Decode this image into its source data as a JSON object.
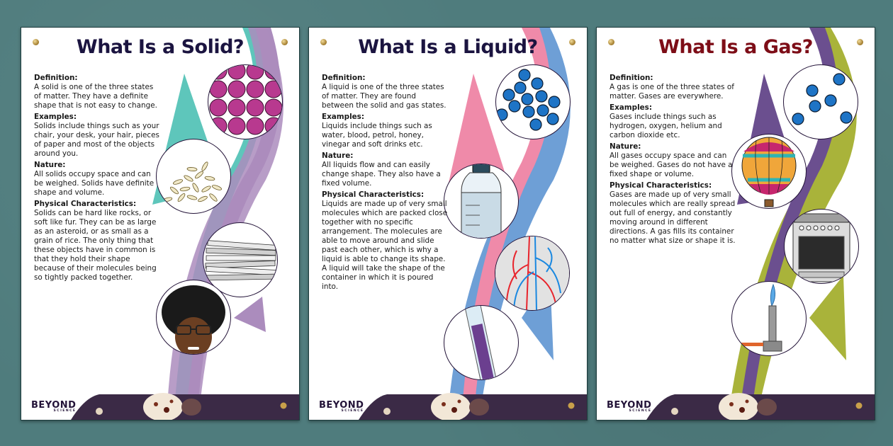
{
  "posters": [
    {
      "title": "What Is a Solid?",
      "title_color": "#1b1440",
      "accent_primary": "#5ec6bb",
      "accent_secondary": "#ab8cbd",
      "sections": [
        {
          "heading": "Definition:",
          "body": "A solid is one of the three states of matter. They have a definite shape that is not easy to change."
        },
        {
          "heading": "Examples:",
          "body": "Solids include things such as your chair, your desk, your hair, pieces of paper and most of the objects around you."
        },
        {
          "heading": "Nature:",
          "body": "All solids occupy space and can be weighed. Solids have definite shape and volume."
        },
        {
          "heading": "Physical Characteristics:",
          "body": "Solids can be hard like rocks, or soft like fur. They can be as large as an asteroid, or as small as a grain of rice. The only thing that these objects have in common is that they hold their shape because of their molecules being so tightly packed together."
        }
      ],
      "images": [
        "tightly-packed-molecules",
        "rice-grains",
        "stack-of-newspapers",
        "cartoon-boy-hair"
      ],
      "logo": {
        "name": "BEYOND",
        "sub": "SCIENCE"
      }
    },
    {
      "title": "What Is a Liquid?",
      "title_color": "#1b1440",
      "accent_primary": "#ef8aa9",
      "accent_secondary": "#6e9fd6",
      "sections": [
        {
          "heading": "Definition:",
          "body": "A liquid is one of the three states of matter. They are found between the solid and gas states."
        },
        {
          "heading": "Examples:",
          "body": "Liquids include things such as water, blood, petrol, honey, vinegar and soft drinks etc."
        },
        {
          "heading": "Nature:",
          "body": "All liquids flow and can easily change shape. They also have a fixed volume."
        },
        {
          "heading": "Physical Characteristics:",
          "body": "Liquids are made up of very small molecules which are packed close together with no specific arrangement. The molecules are able to move around and slide past each other, which is why a liquid is able to change its shape. A liquid will take the shape of the container in which it is poured into."
        }
      ],
      "images": [
        "loose-molecules",
        "water-bottle",
        "blood-vessels",
        "test-tube"
      ],
      "logo": {
        "name": "BEYOND",
        "sub": "SCIENCE"
      }
    },
    {
      "title": "What Is a Gas?",
      "title_color": "#7d0d17",
      "accent_primary": "#6b4f8f",
      "accent_secondary": "#a9b33a",
      "sections": [
        {
          "heading": "Definition:",
          "body": "A gas is one of the three states of matter. Gases are everywhere."
        },
        {
          "heading": "Examples:",
          "body": "Gases include things such as hydrogen, oxygen, helium and carbon dioxide etc."
        },
        {
          "heading": "Nature:",
          "body": "All gases occupy space and can be weighed. Gases do not have a fixed shape or volume."
        },
        {
          "heading": "Physical Characteristics:",
          "body": "Gases are made up of very small molecules which are really spread out full of energy, and constantly moving around in different directions. A gas fills its container no matter what size or shape it is."
        }
      ],
      "images": [
        "spread-molecules",
        "hot-air-balloon",
        "gas-stove",
        "bunsen-burner"
      ],
      "logo": {
        "name": "BEYOND",
        "sub": "SCIENCE"
      }
    }
  ]
}
